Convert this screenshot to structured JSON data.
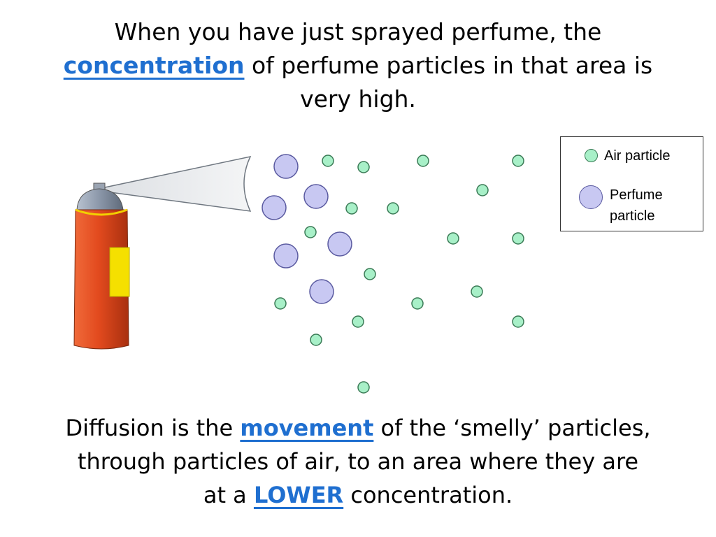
{
  "title": {
    "line1": "When you have just sprayed perfume, the",
    "highlight": "concentration",
    "line2_rest": " of perfume particles in that area is",
    "line3": "very high."
  },
  "legend": {
    "air_label": "Air particle",
    "perfume_label_1": "Perfume",
    "perfume_label_2": "particle"
  },
  "bottom": {
    "part1": "Diffusion is the ",
    "highlight1": "movement",
    "part2": " of the  ‘smelly’ particles,",
    "line2": "through particles of air, to an area where they are",
    "part3": "at a ",
    "highlight2": "LOWER",
    "part4": " concentration."
  },
  "colors": {
    "air_fill": "#a8f0c8",
    "perfume_fill": "#c8c8f2",
    "highlight": "#1f6fd0",
    "can_body": "#d9441c"
  }
}
